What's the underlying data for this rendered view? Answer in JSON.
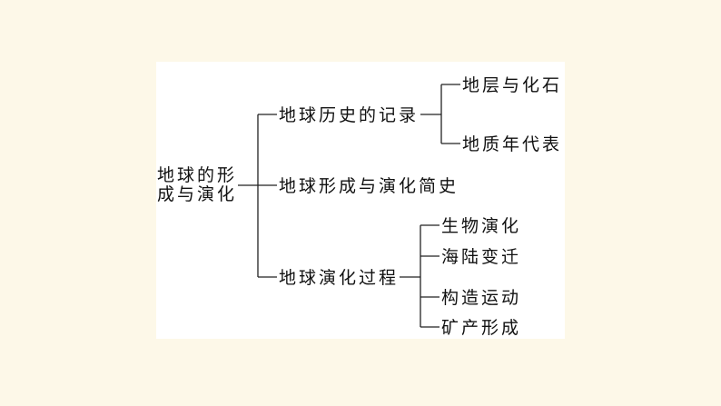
{
  "root": {
    "line1": "地球的形",
    "line2": "成与演化"
  },
  "branches": [
    {
      "label": "地球历史的记录",
      "children": [
        "地层与化石",
        "地质年代表"
      ]
    },
    {
      "label": "地球形成与演化简史",
      "children": []
    },
    {
      "label": "地球演化过程",
      "children": [
        "生物演化",
        "海陆变迁",
        "构造运动",
        "矿产形成"
      ]
    }
  ]
}
